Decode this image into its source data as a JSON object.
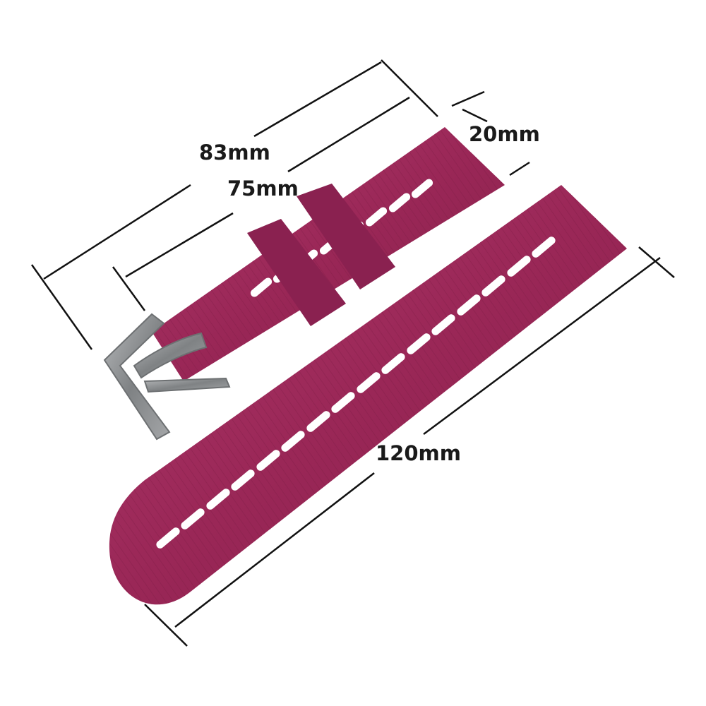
{
  "product": {
    "strap_color": "#9c2a5a",
    "buckle_color": "#8a8d8f"
  },
  "dimensions": {
    "short_total_label": "83mm",
    "short_inner_label": "75mm",
    "width_label": "20mm",
    "long_total_label": "120mm"
  }
}
